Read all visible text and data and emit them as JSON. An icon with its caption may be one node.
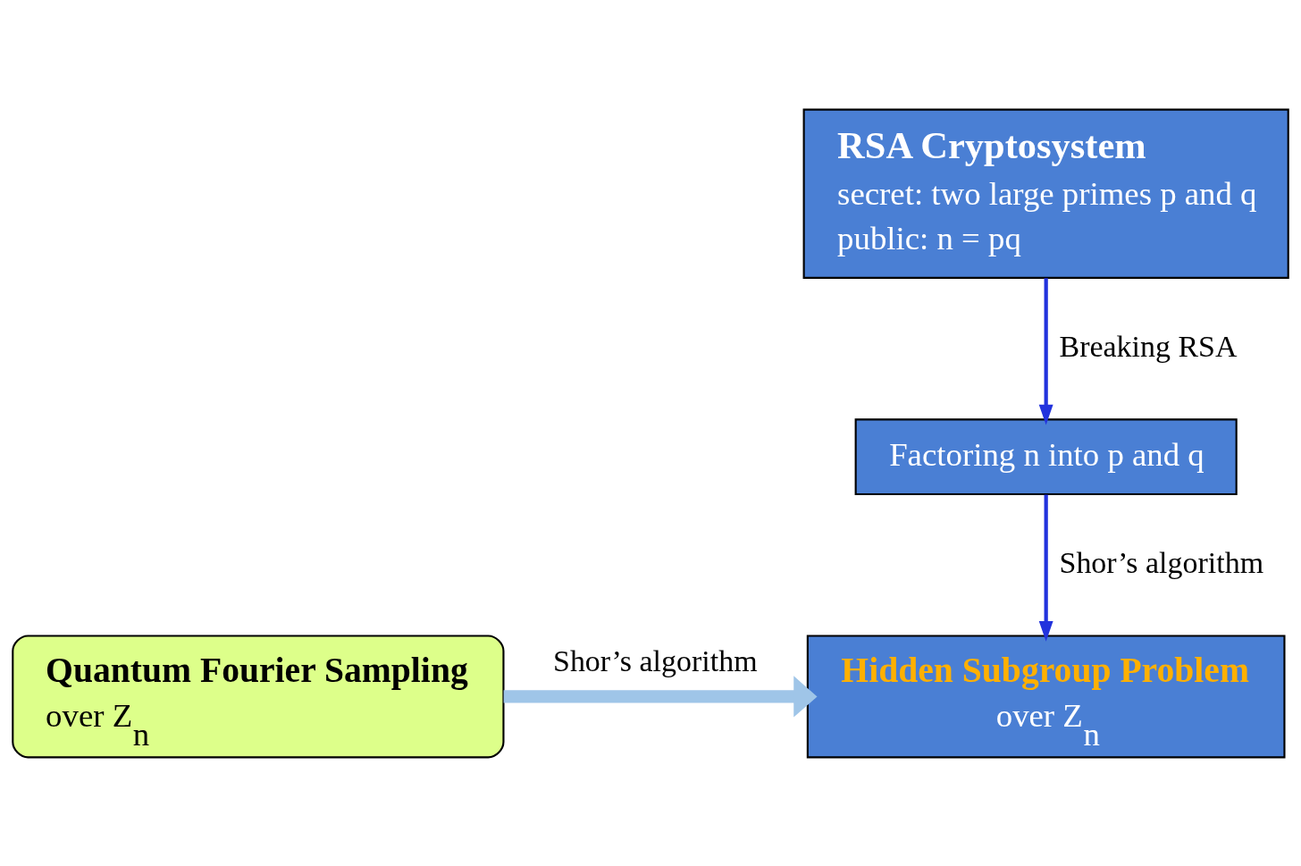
{
  "diagram": {
    "nodes": [
      {
        "text": [
          "RSA Cryptosystem",
          "secret: two large primes p and q",
          "public: n = pq"
        ]
      },
      {
        "text": [
          "Factoring n into p and q"
        ]
      },
      {
        "text": [
          "Hidden Subgroup Problem",
          "over Z$_{n}$"
        ]
      },
      {
        "text": [
          "Quantum Fourier Sampling",
          "over Z$_{n}$"
        ]
      }
    ],
    "edges": [
      {
        "from": 0,
        "to": 1,
        "arrow": "to",
        "label": "Breaking RSA"
      },
      {
        "from": 1,
        "to": 2,
        "arrow": "to",
        "label": "Shor’s algorithm"
      },
      {
        "from": 3,
        "to": 2,
        "arrow": "to",
        "label": "Shor’s algorithm",
        "style": "thick",
        "color": "#9fc5e8"
      }
    ]
  }
}
